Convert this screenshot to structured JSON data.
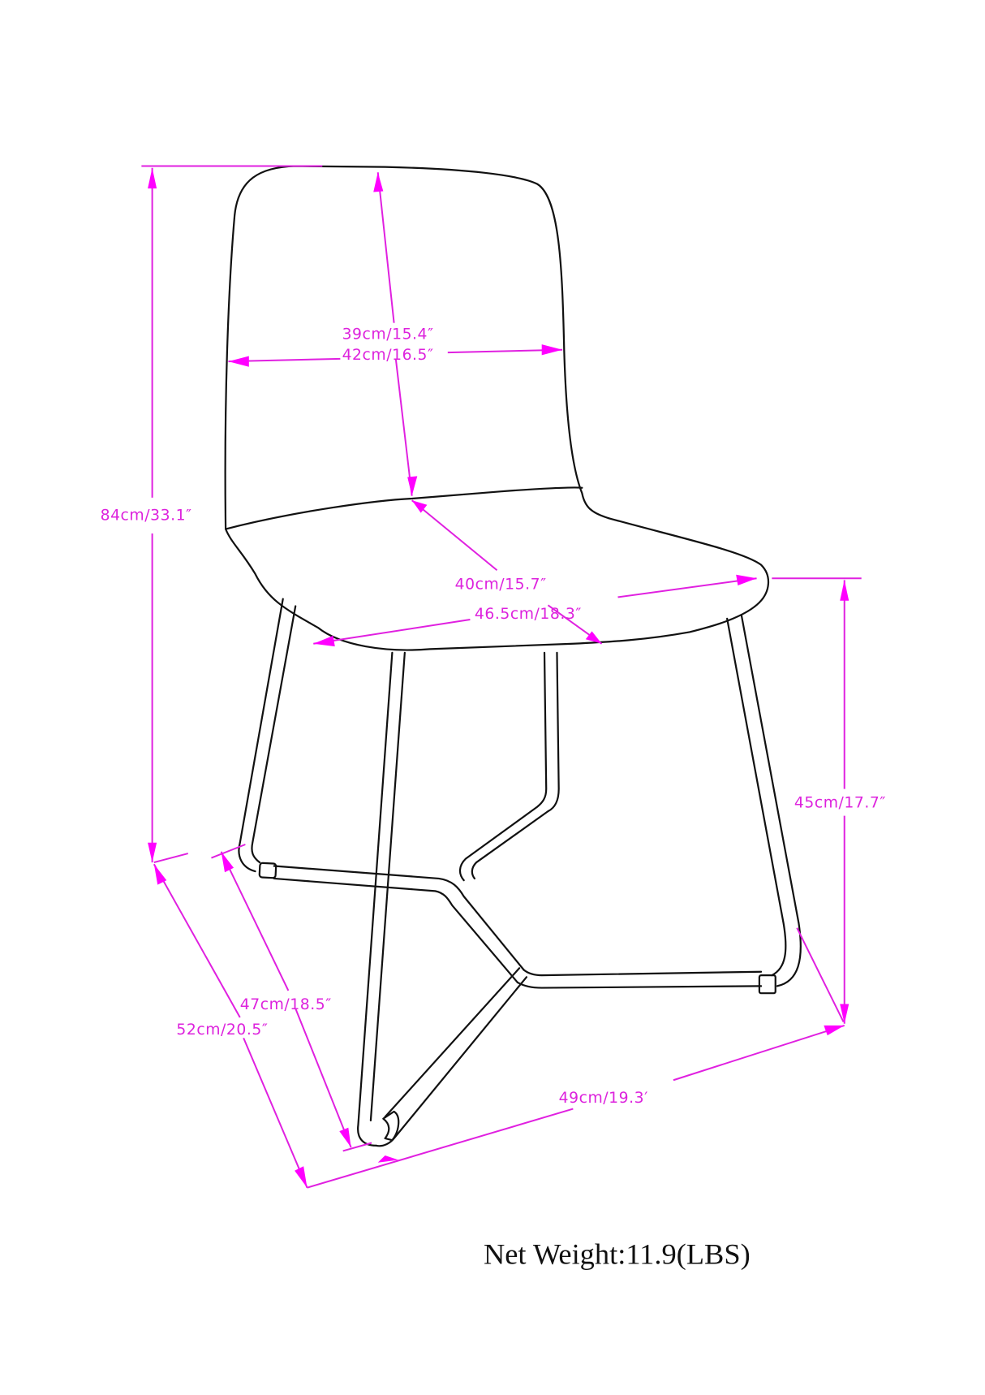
{
  "diagram": {
    "subject": "Dining chair dimension drawing",
    "accent_color": "#e020e0",
    "line_color": "#111111",
    "dimensions": {
      "overall_height": "84cm/33.1″",
      "back_height": "39cm/15.4″",
      "back_width": "42cm/16.5″",
      "seat_depth": "40cm/15.7″",
      "seat_width": "46.5cm/18.3″",
      "seat_height": "45cm/17.7″",
      "base_depth_inner": "47cm/18.5″",
      "overall_depth": "52cm/20.5″",
      "overall_width": "49cm/19.3′"
    },
    "net_weight": "Net Weight:11.9(LBS)"
  }
}
